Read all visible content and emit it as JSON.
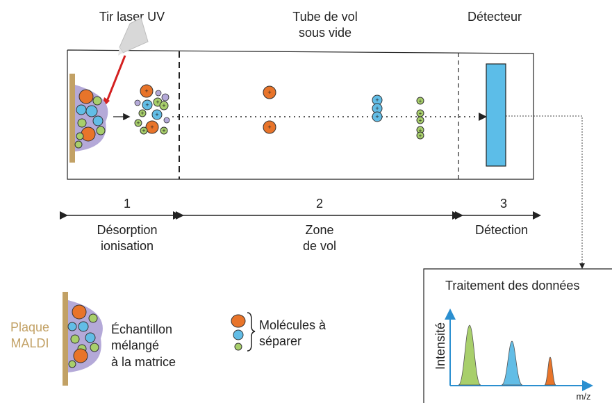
{
  "top": {
    "laser_label": "Tir laser UV",
    "tube_label_line1": "Tube de vol",
    "tube_label_line2": "sous vide",
    "detector_label": "Détecteur"
  },
  "zones": [
    {
      "number": "1",
      "line1": "Désorption",
      "line2": "ionisation"
    },
    {
      "number": "2",
      "line1": "Zone",
      "line2": "de vol"
    },
    {
      "number": "3",
      "line1": "Détection",
      "line2": ""
    }
  ],
  "legend": {
    "plate_line1": "Plaque",
    "plate_line2": "MALDI",
    "sample_line1": "Échantillon",
    "sample_line2": "mélangé",
    "sample_line3": "à la matrice",
    "molecules_line1": "Molécules à",
    "molecules_line2": "séparer"
  },
  "spectrum": {
    "title": "Traitement des données",
    "ylabel": "Intensité",
    "xlabel": "m/z"
  },
  "colors": {
    "orange": "#e8742a",
    "blue": "#62bde6",
    "green": "#a8cf6b",
    "matrix": "#b4a9d8",
    "plate": "#c2a165",
    "laser": "#d42020",
    "axis": "#2b8fd0",
    "detector": "#5cbde8"
  }
}
